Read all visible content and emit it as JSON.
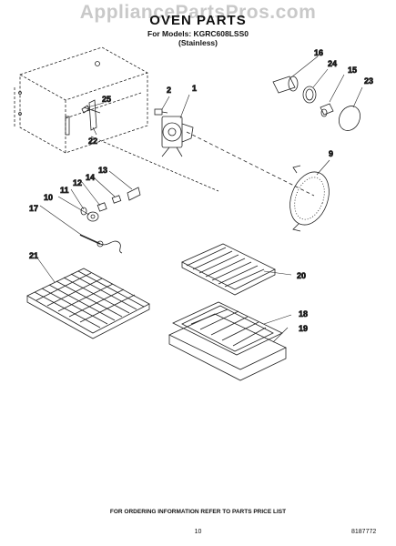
{
  "watermark": "AppliancePartsPros.com",
  "title": "OVEN PARTS",
  "models_line": "For Models: KGRC608LSS0",
  "variant_line": "(Stainless)",
  "footer": "FOR ORDERING INFORMATION REFER TO PARTS PRICE LIST",
  "page_number": "10",
  "doc_number": "8187772",
  "callouts": {
    "c1": "1",
    "c2": "2",
    "c9": "9",
    "c10": "10",
    "c11": "11",
    "c12": "12",
    "c13": "13",
    "c14": "14",
    "c15": "15",
    "c16": "16",
    "c17": "17",
    "c18": "18",
    "c19": "19",
    "c20": "20",
    "c21": "21",
    "c22": "22",
    "c23": "23",
    "c24": "24",
    "c25": "25"
  }
}
